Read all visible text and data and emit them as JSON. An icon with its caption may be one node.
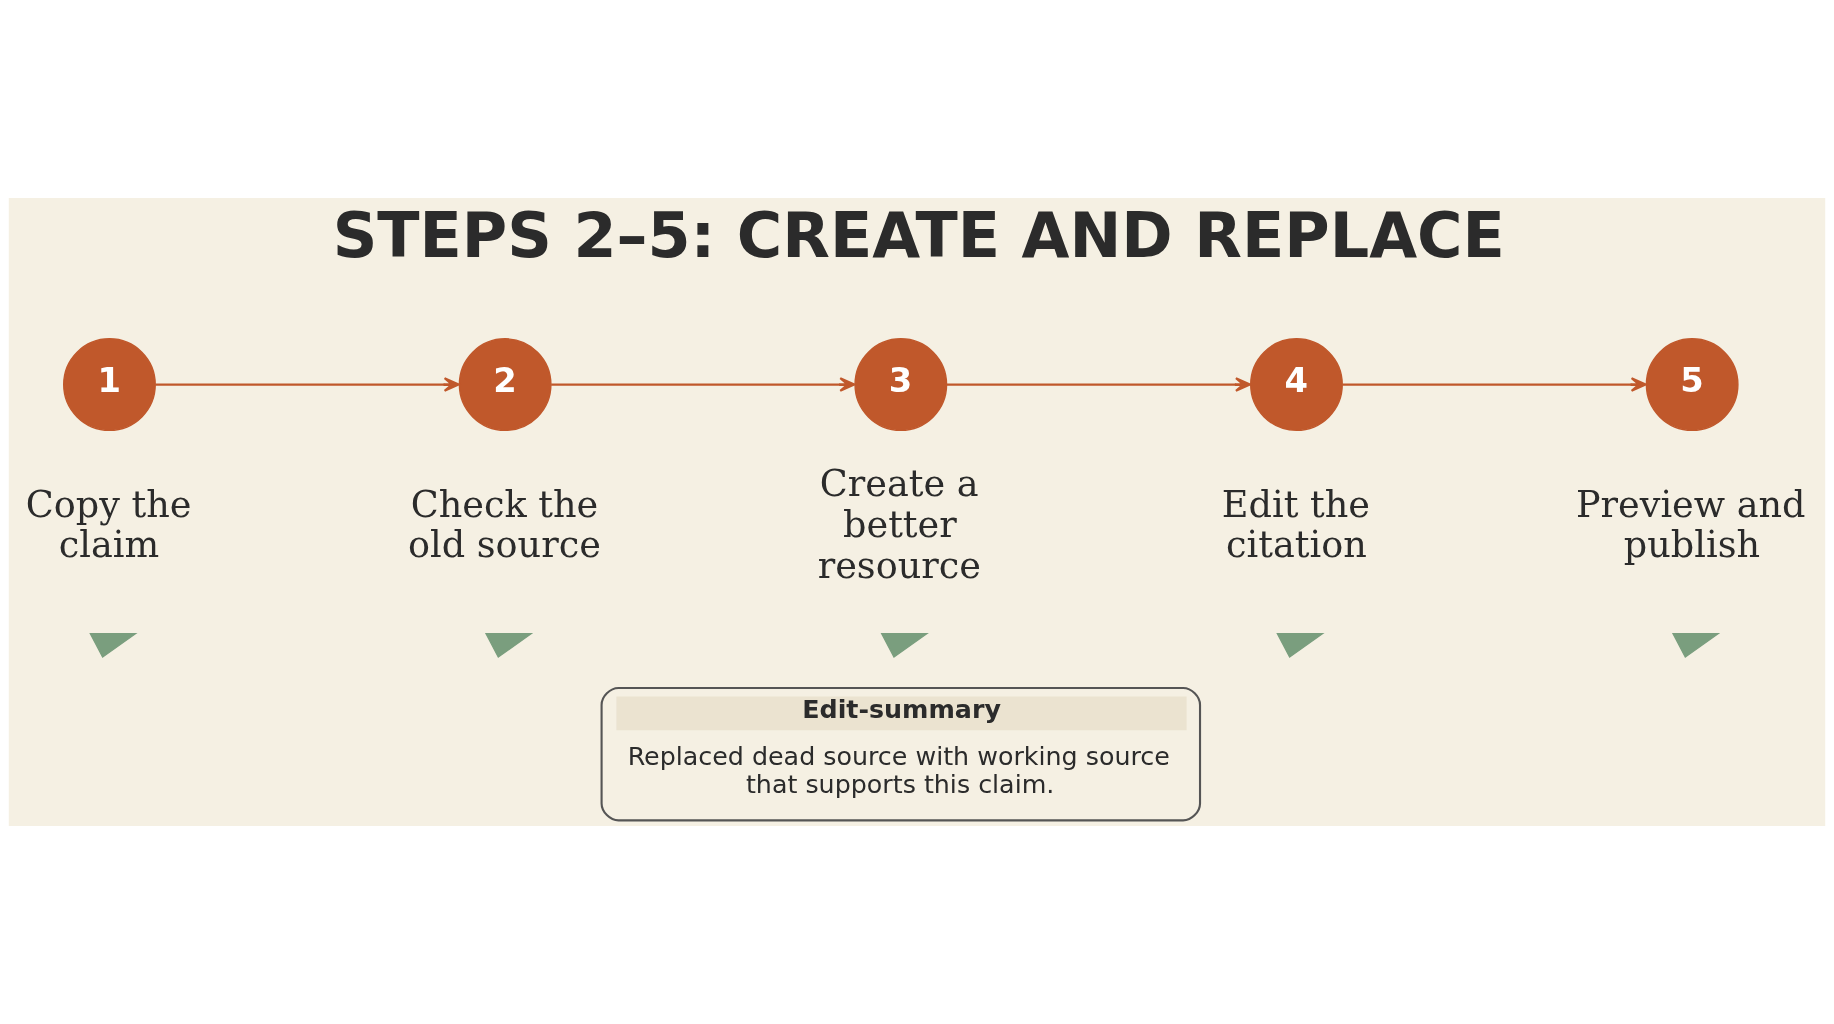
{
  "diagram": {
    "title": "STEPS 2–5: CREATE AND REPLACE",
    "nodes": [
      {
        "text": [
          "1"
        ],
        "beside": [
          "Copy the claim"
        ]
      },
      {
        "text": [
          "2"
        ],
        "beside": [
          "Check the old source"
        ]
      },
      {
        "text": [
          "3"
        ],
        "beside": [
          "Create a better resource"
        ]
      },
      {
        "text": [
          "4"
        ],
        "beside": [
          "Edit the citation"
        ]
      },
      {
        "text": [
          "5"
        ],
        "beside": [
          "Preview and publish"
        ]
      },
      {
        "text": [
          "Edit-summary",
          "Replaced dead source with working source that supports this claim."
        ]
      }
    ],
    "edges": [
      {
        "from": 0,
        "to": 1,
        "arrow": "to"
      },
      {
        "from": 1,
        "to": 2,
        "arrow": "to"
      },
      {
        "from": 2,
        "to": 3,
        "arrow": "to"
      },
      {
        "from": 3,
        "to": 4,
        "arrow": "to"
      }
    ]
  }
}
